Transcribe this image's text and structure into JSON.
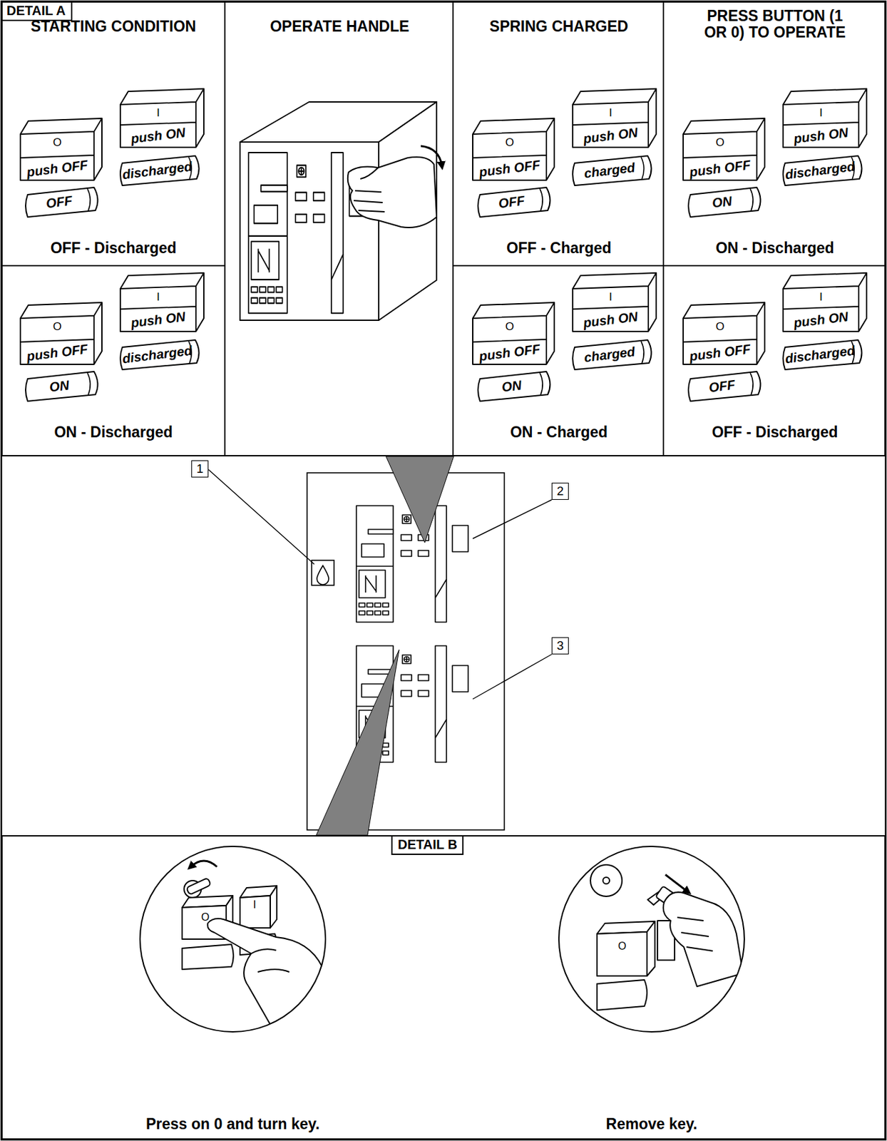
{
  "diagram": {
    "nodes": [
      {
        "text": [
          "DETAIL A"
        ]
      },
      {
        "text": [
          "STARTING CONDITION"
        ],
        "in": 0
      },
      {
        "text": [
          "OFF - Discharged"
        ],
        "in": 1
      },
      {
        "text": [
          "O",
          "push OFF"
        ],
        "in": 2
      },
      {
        "text": [
          "I",
          "push ON"
        ],
        "in": 2
      },
      {
        "text": [
          "OFF"
        ],
        "in": 2
      },
      {
        "text": [
          "discharged"
        ],
        "in": 2
      },
      {
        "text": [
          "ON - Discharged"
        ],
        "in": 1
      },
      {
        "text": [
          "O",
          "push OFF"
        ],
        "in": 7
      },
      {
        "text": [
          "I",
          "push ON"
        ],
        "in": 7
      },
      {
        "text": [
          "ON"
        ],
        "in": 7
      },
      {
        "text": [
          "discharged"
        ],
        "in": 7
      },
      {
        "text": [
          "OPERATE HANDLE"
        ],
        "in": 0
      },
      {
        "text": [
          "SPRING CHARGED"
        ],
        "in": 0
      },
      {
        "text": [
          "OFF - Charged"
        ],
        "in": 13
      },
      {
        "text": [
          "O",
          "push OFF"
        ],
        "in": 14
      },
      {
        "text": [
          "I",
          "push ON"
        ],
        "in": 14
      },
      {
        "text": [
          "OFF"
        ],
        "in": 14
      },
      {
        "text": [
          "charged"
        ],
        "in": 14
      },
      {
        "text": [
          "ON - Charged"
        ],
        "in": 13
      },
      {
        "text": [
          "O",
          "push OFF"
        ],
        "in": 19
      },
      {
        "text": [
          "I",
          "push ON"
        ],
        "in": 19
      },
      {
        "text": [
          "ON"
        ],
        "in": 19
      },
      {
        "text": [
          "charged"
        ],
        "in": 19
      },
      {
        "text": [
          "PRESS BUTTON (1 OR 0) TO OPERATE"
        ],
        "in": 0
      },
      {
        "text": [
          "ON - Discharged"
        ],
        "in": 24
      },
      {
        "text": [
          "O",
          "push OFF"
        ],
        "in": 25
      },
      {
        "text": [
          "I",
          "push ON"
        ],
        "in": 25
      },
      {
        "text": [
          "ON"
        ],
        "in": 25
      },
      {
        "text": [
          "discharged"
        ],
        "in": 25
      },
      {
        "text": [
          "OFF - Discharged"
        ],
        "in": 24
      },
      {
        "text": [
          "O",
          "push OFF"
        ],
        "in": 30
      },
      {
        "text": [
          "I",
          "push ON"
        ],
        "in": 30
      },
      {
        "text": [
          "OFF"
        ],
        "in": 30
      },
      {
        "text": [
          "discharged"
        ],
        "in": 30
      },
      {
        "text": [
          "DETAIL B"
        ]
      },
      {
        "text": [
          "Press on 0 and turn key."
        ],
        "in": 35
      },
      {
        "text": [
          "Remove key."
        ],
        "in": 35
      }
    ],
    "labels": [
      "1",
      "2",
      "3",
      "O",
      "I",
      "O"
    ]
  }
}
